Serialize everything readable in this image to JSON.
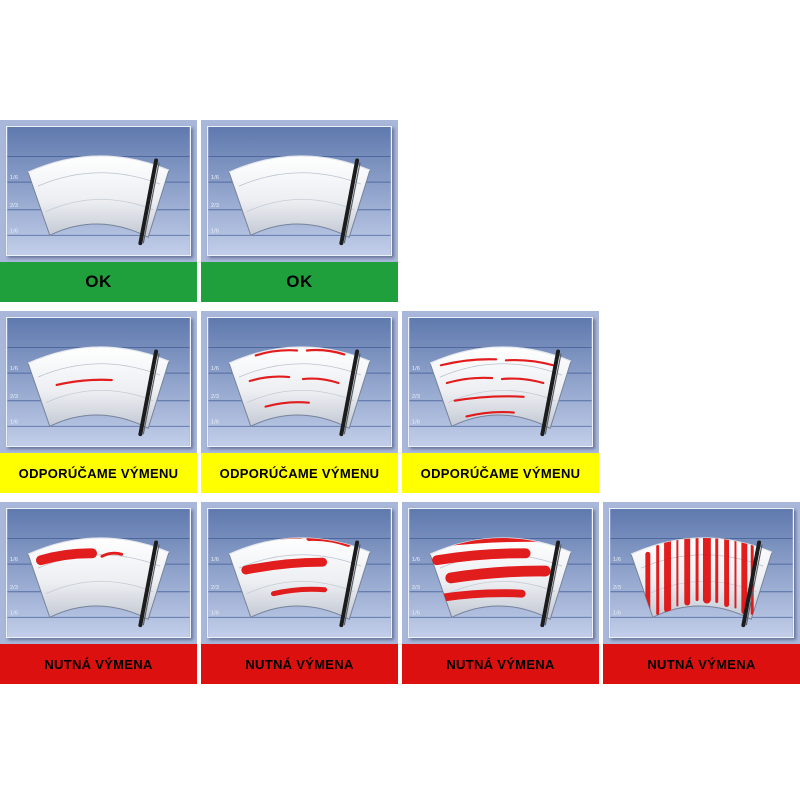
{
  "page": {
    "background": "#ffffff"
  },
  "palette": {
    "cell_frame": "#a9b7da",
    "panel_top": "#5f79ae",
    "panel_bottom": "#c2cee9",
    "gridline": "#47639b",
    "marker_text": "#e6ecf8",
    "shield_light": "#ffffff",
    "shield_mid": "#eceef2",
    "shield_dark": "#c2c7d2",
    "shield_outline": "#76839a",
    "blade": "#1c1c1c",
    "wear_red": "#e01111",
    "status_ok": "#1fa03c",
    "status_warn": "#ffff00",
    "status_bad": "#dd1010",
    "status_text": "#000000"
  },
  "grid_markers": [
    "1/6",
    "2/3",
    "1/6"
  ],
  "rows": [
    {
      "label": "OK",
      "status": "ok",
      "cells": [
        {
          "severity": "clean",
          "marks": []
        },
        {
          "severity": "first-traces",
          "marks": [
            {
              "k": "l",
              "p": [
                36,
                36,
                62,
                31
              ],
              "w": 2
            },
            {
              "k": "l",
              "p": [
                80,
                28,
                108,
                27
              ],
              "w": 2
            },
            {
              "k": "l",
              "p": [
                124,
                30,
                146,
                34
              ],
              "w": 2
            }
          ]
        }
      ]
    },
    {
      "label": "ODPORÚČAME VÝMENU",
      "status": "warn",
      "cells": [
        {
          "severity": "single-streak",
          "marks": [
            {
              "k": "l",
              "p": [
                50,
                68,
                106,
                63
              ],
              "w": 2.2
            }
          ]
        },
        {
          "severity": "light-streaks",
          "marks": [
            {
              "k": "l",
              "p": [
                48,
                38,
                90,
                33
              ],
              "w": 2.2
            },
            {
              "k": "l",
              "p": [
                100,
                33,
                138,
                37
              ],
              "w": 2.2
            },
            {
              "k": "l",
              "p": [
                42,
                64,
                82,
                60
              ],
              "w": 2.2
            },
            {
              "k": "l",
              "p": [
                96,
                62,
                132,
                66
              ],
              "w": 2.2
            },
            {
              "k": "l",
              "p": [
                58,
                90,
                102,
                86
              ],
              "w": 2.2
            }
          ]
        },
        {
          "severity": "many-streaks",
          "marks": [
            {
              "k": "l",
              "p": [
                34,
                32,
                66,
                27
              ],
              "w": 2.2
            },
            {
              "k": "l",
              "p": [
                76,
                25,
                120,
                24
              ],
              "w": 2.2
            },
            {
              "k": "l",
              "p": [
                130,
                27,
                152,
                31
              ],
              "w": 2.2
            },
            {
              "k": "l",
              "p": [
                32,
                48,
                88,
                42
              ],
              "w": 2.2
            },
            {
              "k": "l",
              "p": [
                98,
                43,
                146,
                48
              ],
              "w": 2.2
            },
            {
              "k": "l",
              "p": [
                38,
                66,
                84,
                61
              ],
              "w": 2.2
            },
            {
              "k": "l",
              "p": [
                94,
                62,
                136,
                66
              ],
              "w": 2.2
            },
            {
              "k": "l",
              "p": [
                46,
                84,
                116,
                80
              ],
              "w": 2.2
            },
            {
              "k": "l",
              "p": [
                58,
                100,
                106,
                96
              ],
              "w": 2.2
            }
          ]
        }
      ]
    },
    {
      "label": "NUTNÁ VÝMENA",
      "status": "bad",
      "cells": [
        {
          "severity": "smearing",
          "marks": [
            {
              "k": "l",
              "p": [
                34,
                52,
                86,
                45
              ],
              "w": 10
            },
            {
              "k": "l",
              "p": [
                42,
                33,
                60,
                30
              ],
              "w": 4
            },
            {
              "k": "l",
              "p": [
                96,
                48,
                116,
                46
              ],
              "w": 3
            }
          ]
        },
        {
          "severity": "heavy-smearing",
          "marks": [
            {
              "k": "l",
              "p": [
                32,
                34,
                94,
                26
              ],
              "w": 8
            },
            {
              "k": "l",
              "p": [
                102,
                30,
                142,
                36
              ],
              "w": 5
            },
            {
              "k": "l",
              "p": [
                38,
                62,
                116,
                54
              ],
              "w": 9
            },
            {
              "k": "l",
              "p": [
                66,
                86,
                118,
                82
              ],
              "w": 5
            }
          ]
        },
        {
          "severity": "severe-smearing",
          "marks": [
            {
              "k": "l",
              "p": [
                30,
                34,
                148,
                29
              ],
              "w": 9
            },
            {
              "k": "l",
              "p": [
                28,
                52,
                118,
                45
              ],
              "w": 10
            },
            {
              "k": "l",
              "p": [
                42,
                70,
                138,
                63
              ],
              "w": 11
            },
            {
              "k": "l",
              "p": [
                34,
                90,
                114,
                86
              ],
              "w": 8
            }
          ]
        },
        {
          "severity": "total-wear-vertical-streaks",
          "marks": [
            {
              "k": "l",
              "p": [
                58,
                22,
                128,
                21
              ],
              "w": 1.2,
              "dash": true
            },
            {
              "k": "v",
              "p": [
                38,
                46,
                104
              ],
              "w": 5
            },
            {
              "k": "v",
              "p": [
                48,
                38,
                106
              ],
              "w": 3
            },
            {
              "k": "v",
              "p": [
                58,
                32,
                102
              ],
              "w": 7
            },
            {
              "k": "v",
              "p": [
                68,
                27,
                98
              ],
              "w": 2
            },
            {
              "k": "v",
              "p": [
                78,
                23,
                95
              ],
              "w": 6
            },
            {
              "k": "v",
              "p": [
                88,
                20,
                92
              ],
              "w": 3
            },
            {
              "k": "v",
              "p": [
                98,
                19,
                92
              ],
              "w": 8
            },
            {
              "k": "v",
              "p": [
                108,
                20,
                94
              ],
              "w": 3
            },
            {
              "k": "v",
              "p": [
                118,
                24,
                97
              ],
              "w": 5
            },
            {
              "k": "v",
              "p": [
                127,
                28,
                100
              ],
              "w": 2
            },
            {
              "k": "v",
              "p": [
                136,
                32,
                104
              ],
              "w": 6
            },
            {
              "k": "v",
              "p": [
                144,
                37,
                106
              ],
              "w": 3
            }
          ]
        }
      ]
    }
  ]
}
